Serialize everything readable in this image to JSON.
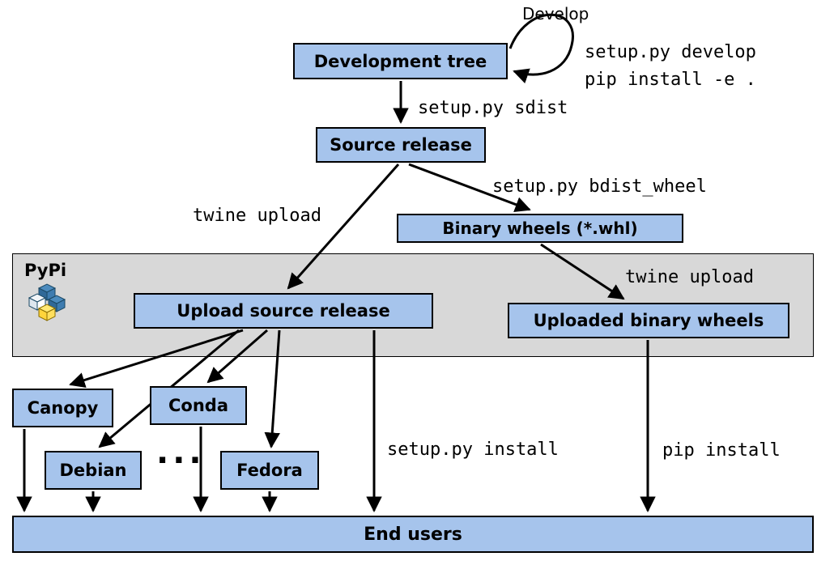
{
  "diagram": {
    "nodes": {
      "development_tree": "Development tree",
      "source_release": "Source release",
      "binary_wheels": "Binary wheels (*.whl)",
      "upload_source_release": "Upload source release",
      "uploaded_binary_wheels": "Uploaded binary wheels",
      "canopy": "Canopy",
      "conda": "Conda",
      "debian": "Debian",
      "fedora": "Fedora",
      "end_users": "End users",
      "ellipsis": "..."
    },
    "regions": {
      "pypi": "PyPi"
    },
    "labels": {
      "develop": "Develop",
      "develop_cmd_line1": "setup.py develop",
      "develop_cmd_line2": "pip install -e .",
      "sdist": "setup.py sdist",
      "twine_upload_left": "twine upload",
      "bdist_wheel": "setup.py bdist_wheel",
      "twine_upload_right": "twine upload",
      "setup_install": "setup.py install",
      "pip_install": "pip install"
    },
    "edges": [
      {
        "from": "development_tree",
        "to": "development_tree",
        "label": "Develop / setup.py develop / pip install -e ."
      },
      {
        "from": "development_tree",
        "to": "source_release",
        "label": "setup.py sdist"
      },
      {
        "from": "source_release",
        "to": "upload_source_release",
        "label": "twine upload"
      },
      {
        "from": "source_release",
        "to": "binary_wheels",
        "label": "setup.py bdist_wheel"
      },
      {
        "from": "binary_wheels",
        "to": "uploaded_binary_wheels",
        "label": "twine upload"
      },
      {
        "from": "upload_source_release",
        "to": "canopy",
        "label": ""
      },
      {
        "from": "upload_source_release",
        "to": "conda",
        "label": ""
      },
      {
        "from": "upload_source_release",
        "to": "debian",
        "label": ""
      },
      {
        "from": "upload_source_release",
        "to": "fedora",
        "label": ""
      },
      {
        "from": "upload_source_release",
        "to": "end_users",
        "label": "setup.py install"
      },
      {
        "from": "canopy",
        "to": "end_users",
        "label": ""
      },
      {
        "from": "conda",
        "to": "end_users",
        "label": ""
      },
      {
        "from": "debian",
        "to": "end_users",
        "label": ""
      },
      {
        "from": "fedora",
        "to": "end_users",
        "label": ""
      },
      {
        "from": "uploaded_binary_wheels",
        "to": "end_users",
        "label": "pip install"
      }
    ],
    "icons": {
      "pypi_logo": "pypi-cubes-logo"
    },
    "colors": {
      "node_fill": "#a6c4ec",
      "region_fill": "#d8d8d8",
      "arrow": "#000000"
    }
  }
}
